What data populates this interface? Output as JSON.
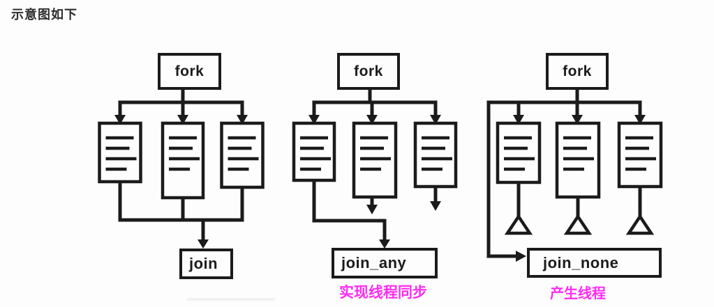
{
  "header": {
    "text": "示意图如下"
  },
  "colors": {
    "line": "#1b1b1b",
    "caption_magenta": "#ff2bf2",
    "header_text": "#2d2d2d",
    "background": "#fdfdfd"
  },
  "diagrams": [
    {
      "name": "fork-join",
      "fork_label": "fork",
      "join_label": "join"
    },
    {
      "name": "fork-join-any",
      "fork_label": "fork",
      "join_label": "join_any",
      "caption": "实现线程同步"
    },
    {
      "name": "fork-join-none",
      "fork_label": "fork",
      "join_label": "join_none",
      "caption": "产生线程"
    }
  ]
}
